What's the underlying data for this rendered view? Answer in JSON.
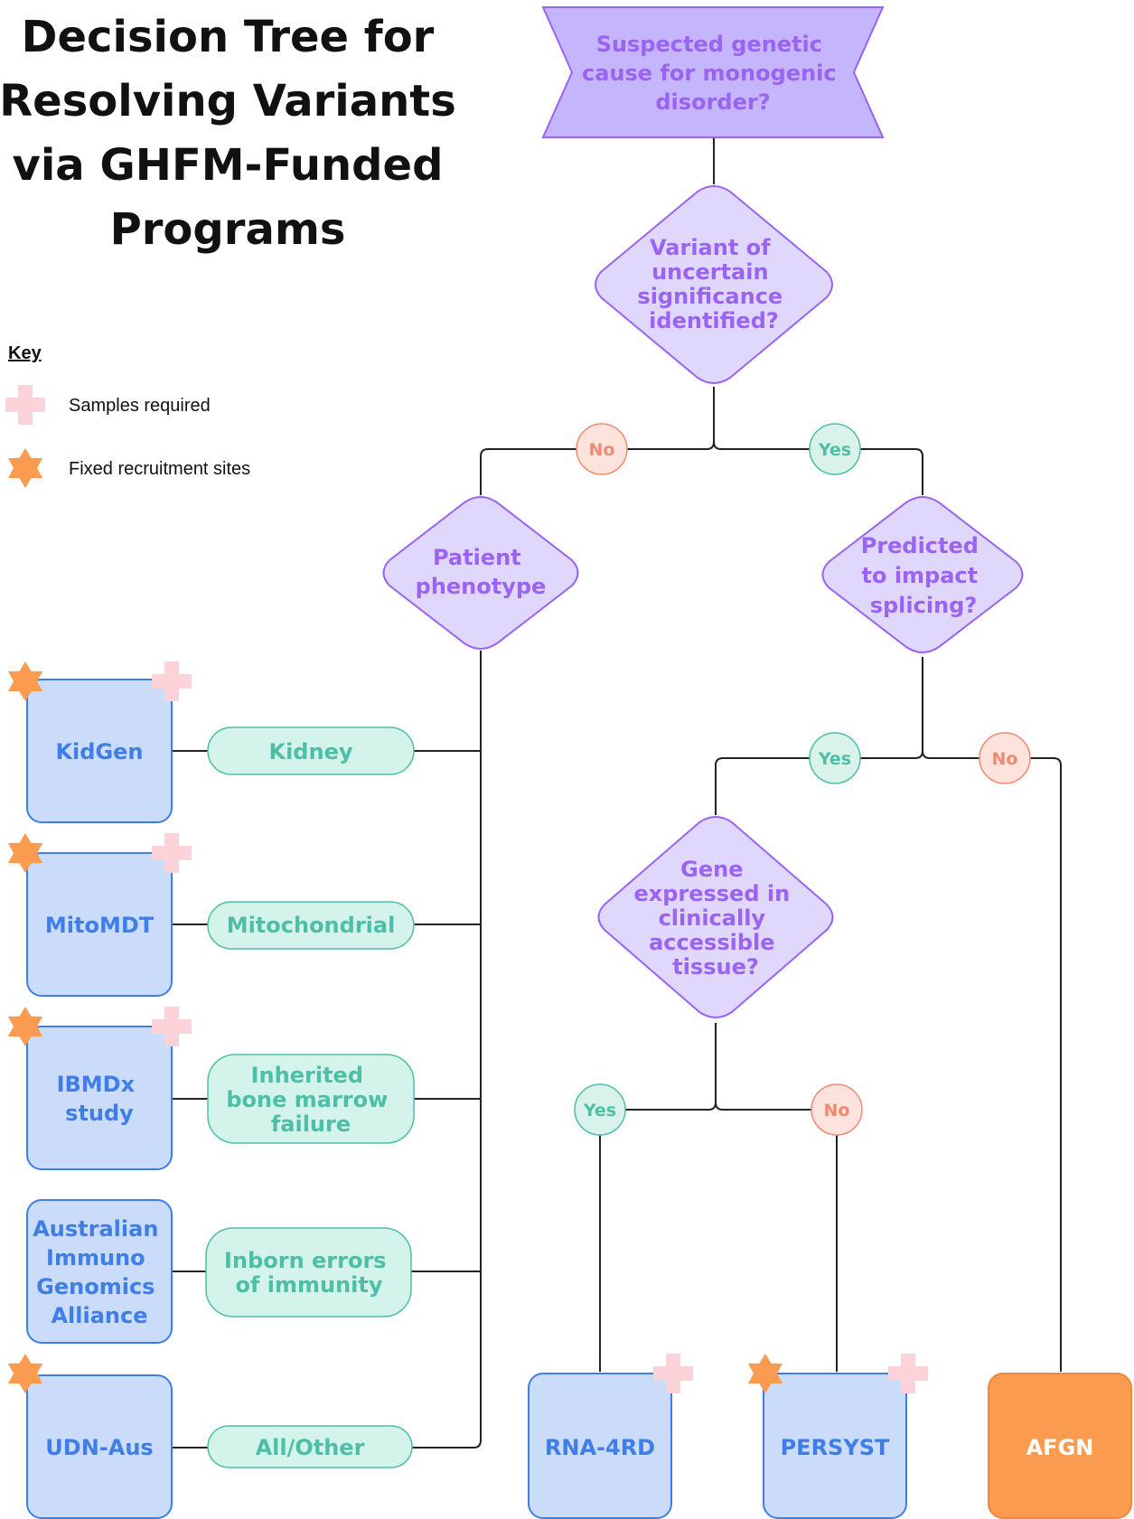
{
  "title": [
    "Decision Tree for",
    "Resolving Variants",
    "via GHFM-Funded",
    "Programs"
  ],
  "key": {
    "heading": "Key",
    "items": [
      {
        "icon": "plus-icon",
        "label": "Samples required"
      },
      {
        "icon": "star-icon",
        "label": "Fixed recruitment sites"
      }
    ]
  },
  "questions": {
    "start": [
      "Suspected genetic",
      "cause for monogenic",
      "disorder?"
    ],
    "vus": [
      "Variant of",
      "uncertain",
      "significance",
      "identified?"
    ],
    "phenotype": [
      "Patient",
      "phenotype"
    ],
    "splicing": [
      "Predicted",
      "to impact",
      "splicing?"
    ],
    "expressed": [
      "Gene",
      "expressed in",
      "clinically",
      "accessible",
      "tissue?"
    ]
  },
  "answers": {
    "yes": "Yes",
    "no": "No"
  },
  "phenotypes": {
    "kidney": [
      "Kidney"
    ],
    "mito": [
      "Mitochondrial"
    ],
    "bone": [
      "Inherited",
      "bone marrow",
      "failure"
    ],
    "immunity": [
      "Inborn errors",
      "of immunity"
    ],
    "other": [
      "All/Other"
    ]
  },
  "programs": {
    "kidgen": [
      "KidGen"
    ],
    "mitomdt": [
      "MitoMDT"
    ],
    "ibmdx": [
      "IBMDx",
      "study"
    ],
    "aiga": [
      "Australian",
      "Immuno",
      "Genomics",
      "Alliance"
    ],
    "udn": [
      "UDN-Aus"
    ],
    "rna": [
      "RNA-4RD"
    ],
    "persyst": [
      "PERSYST"
    ],
    "afgn": [
      "AFGN"
    ]
  },
  "colors": {
    "question_fill": "#e0d7fc",
    "question_stroke": "#9a63f2",
    "start_fill": "#c4b5fd",
    "program_fill": "#cadcfa",
    "program_stroke": "#3f7de8",
    "phenotype_fill": "#d4f3ea",
    "phenotype_stroke": "#4dbfa6",
    "yes_fill": "#d9f3ea",
    "no_fill": "#fde3dc",
    "afgn_fill": "#fa9b4f",
    "star": "#fa9b4f",
    "plus": "#fbd3d8"
  }
}
